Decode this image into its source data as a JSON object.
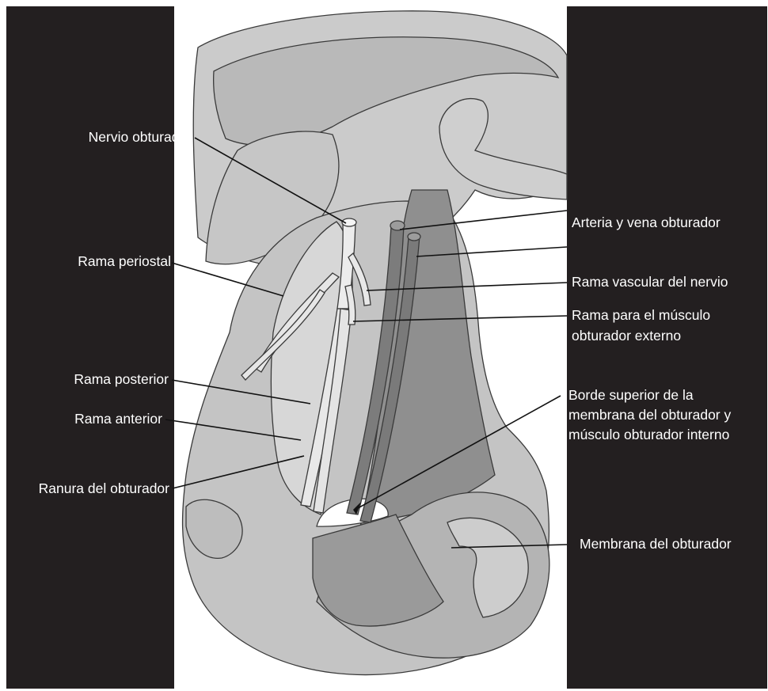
{
  "figure": {
    "colors": {
      "panel_background": "#231f20",
      "bone_light": "#c9c9c9",
      "bone_mid": "#b6b6b6",
      "muscle_dark": "#8d8d8d",
      "vessel": "#7c7c7c",
      "nerve": "#e6e6e6",
      "label_text": "#ffffff",
      "leader_line": "#111111"
    },
    "labels": {
      "nervio_obturador": "Nervio obturador",
      "rama_periostal": "Rama periostal",
      "rama_posterior": "Rama posterior",
      "rama_anterior": "Rama anterior",
      "ranura_obturador": "Ranura del obturador",
      "arteria_vena": "Arteria y vena obturador",
      "rama_vascular": "Rama vascular del nervio",
      "rama_musculo": [
        "Rama para el músculo",
        "obturador externo"
      ],
      "borde_superior": [
        "Borde superior de la",
        "membrana del obturador y",
        "músculo obturador interno"
      ],
      "membrana": "Membrana del obturador"
    }
  }
}
